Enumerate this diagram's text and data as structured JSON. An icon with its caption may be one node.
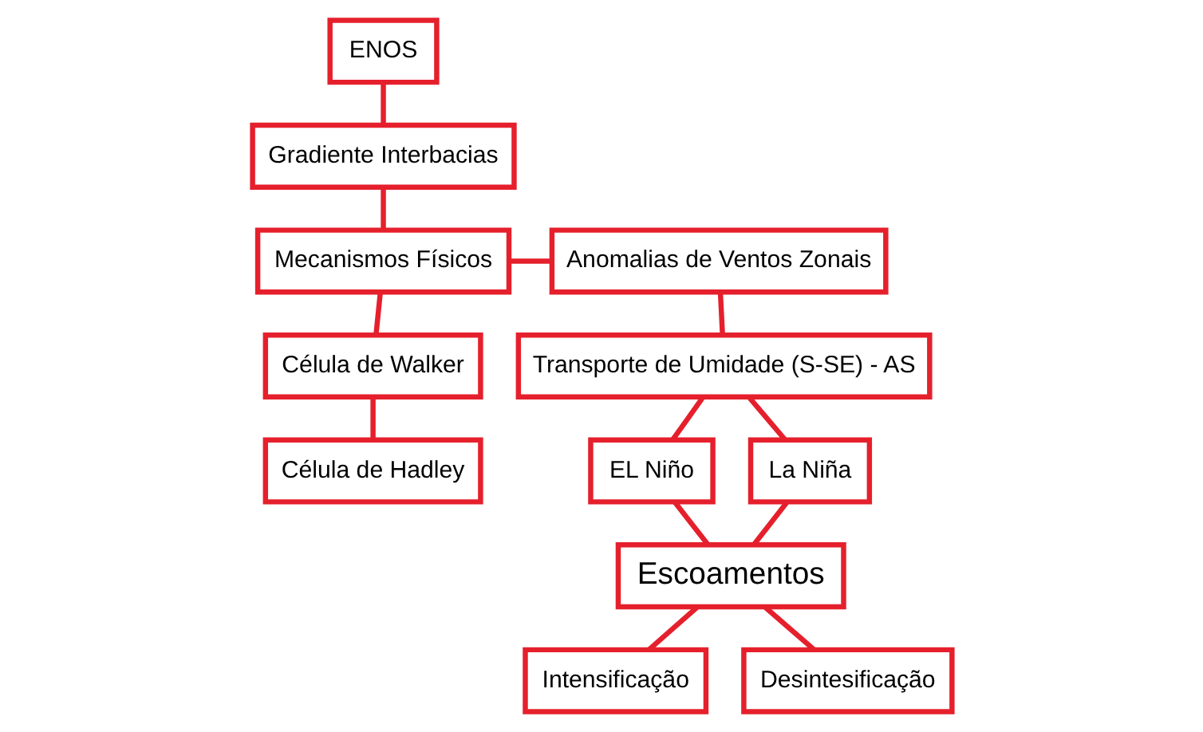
{
  "diagram": {
    "nodes": [
      {
        "text": [
          "ENOS"
        ]
      },
      {
        "text": [
          "Gradiente Interbacias"
        ]
      },
      {
        "text": [
          "Mecanismos Físicos"
        ]
      },
      {
        "text": [
          "Anomalias de Ventos Zonais"
        ]
      },
      {
        "text": [
          "Célula de Walker"
        ]
      },
      {
        "text": [
          "Transporte de Umidade (S-SE) - AS"
        ]
      },
      {
        "text": [
          "EL Niño"
        ]
      },
      {
        "text": [
          "La Niña"
        ]
      },
      {
        "text": [
          "Célula de Hadley"
        ]
      },
      {
        "text": [
          "Escoamentos"
        ]
      },
      {
        "text": [
          "Intensificação"
        ]
      },
      {
        "text": [
          "Desintesificação"
        ]
      }
    ],
    "edges": [
      {
        "from": 0,
        "to": 1,
        "arrow": "none"
      },
      {
        "from": 1,
        "to": 2,
        "arrow": "none"
      },
      {
        "from": 2,
        "to": 3,
        "arrow": "none"
      },
      {
        "from": 2,
        "to": 4,
        "arrow": "none"
      },
      {
        "from": 4,
        "to": 8,
        "arrow": "none"
      },
      {
        "from": 3,
        "to": 5,
        "arrow": "none"
      },
      {
        "from": 5,
        "to": 6,
        "arrow": "none"
      },
      {
        "from": 5,
        "to": 7,
        "arrow": "none"
      },
      {
        "from": 6,
        "to": 9,
        "arrow": "none"
      },
      {
        "from": 7,
        "to": 9,
        "arrow": "none"
      },
      {
        "from": 9,
        "to": 10,
        "arrow": "none"
      },
      {
        "from": 9,
        "to": 11,
        "arrow": "none"
      }
    ]
  }
}
